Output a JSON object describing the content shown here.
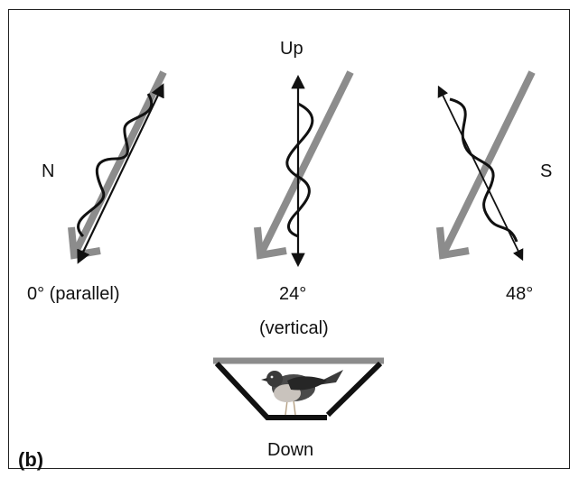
{
  "labels": {
    "north": "N",
    "south": "S",
    "up": "Up",
    "down": "Down",
    "angle_parallel": "0° (parallel)",
    "angle_vertical_value": "24°",
    "angle_vertical_note": "(vertical)",
    "angle_48": "48°",
    "panel": "(b)"
  },
  "colors": {
    "field_arrow": "#8c8c8c",
    "wave": "#111111",
    "funnel_rim": "#8c8c8c",
    "funnel_wall": "#111111"
  },
  "icons": {
    "bird": "robin-bird-icon"
  }
}
